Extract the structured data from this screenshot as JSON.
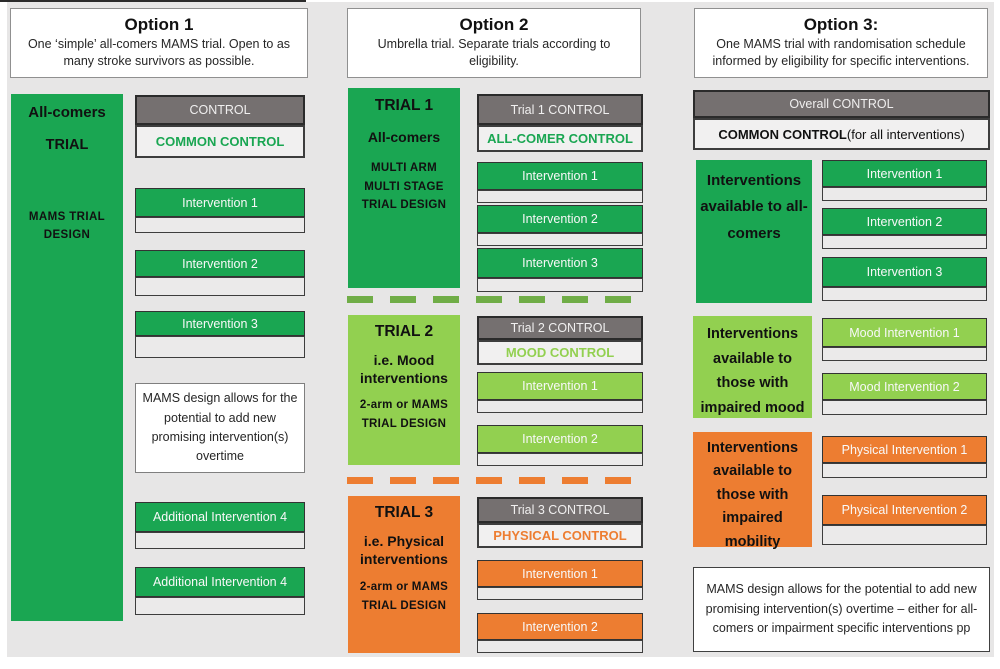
{
  "colors": {
    "background": "#e7e6e6",
    "dark_green": "#1aa652",
    "light_green": "#92d050",
    "orange": "#ed7d31",
    "control_gray": "#757070",
    "dash_green": "#70ad47"
  },
  "option1": {
    "header_title": "Option 1",
    "header_subtitle": "One ‘simple’ all-comers MAMS trial. Open to as many stroke survivors as possible.",
    "group_line1": "All-comers",
    "group_line2": "TRIAL",
    "group_line3": "MAMS TRIAL DESIGN",
    "control_label": "CONTROL",
    "common_control_label": "COMMON CONTROL",
    "interventions": [
      "Intervention 1",
      "Intervention 2",
      "Intervention 3"
    ],
    "note": "MAMS design allows for the potential to add new promising intervention(s) overtime",
    "additional_interventions": [
      "Additional Intervention 4",
      "Additional Intervention 4"
    ]
  },
  "option2": {
    "header_title": "Option 2",
    "header_subtitle": "Umbrella trial. Separate trials according to eligibility.",
    "trial1": {
      "title": "TRIAL 1",
      "subtitle": "All-comers",
      "design": "MULTI ARM MULTI STAGE TRIAL DESIGN",
      "control_label": "Trial 1 CONTROL",
      "control_sublabel": "ALL-COMER CONTROL",
      "interventions": [
        "Intervention 1",
        "Intervention 2",
        "Intervention 3"
      ]
    },
    "trial2": {
      "title": "TRIAL 2",
      "subtitle": "i.e. Mood interventions",
      "design": "2-arm or MAMS TRIAL DESIGN",
      "control_label": "Trial 2 CONTROL",
      "control_sublabel": "MOOD CONTROL",
      "interventions": [
        "Intervention 1",
        "Intervention 2"
      ]
    },
    "trial3": {
      "title": "TRIAL 3",
      "subtitle": "i.e. Physical interventions",
      "design": "2-arm or MAMS TRIAL DESIGN",
      "control_label": "Trial 3 CONTROL",
      "control_sublabel": "PHYSICAL CONTROL",
      "interventions": [
        "Intervention 1",
        "Intervention 2"
      ]
    }
  },
  "option3": {
    "header_title": "Option 3:",
    "header_subtitle": "One MAMS trial with randomisation schedule informed by eligibility for specific interventions.",
    "control_label": "Overall CONTROL",
    "common_control_bold": "COMMON CONTROL",
    "common_control_rest": " (for all interventions)",
    "group_allcomers": "Interventions available to all-comers",
    "allcomers_interventions": [
      "Intervention 1",
      "Intervention 2",
      "Intervention 3"
    ],
    "group_mood": "Interventions available to those with impaired mood",
    "mood_interventions": [
      "Mood Intervention 1",
      "Mood Intervention 2"
    ],
    "group_physical": "Interventions available to those with impaired mobility",
    "physical_interventions": [
      "Physical Intervention 1",
      "Physical Intervention 2"
    ],
    "note": "MAMS design allows for the potential to add new promising intervention(s) overtime – either for all-comers or impairment specific interventions pp"
  }
}
